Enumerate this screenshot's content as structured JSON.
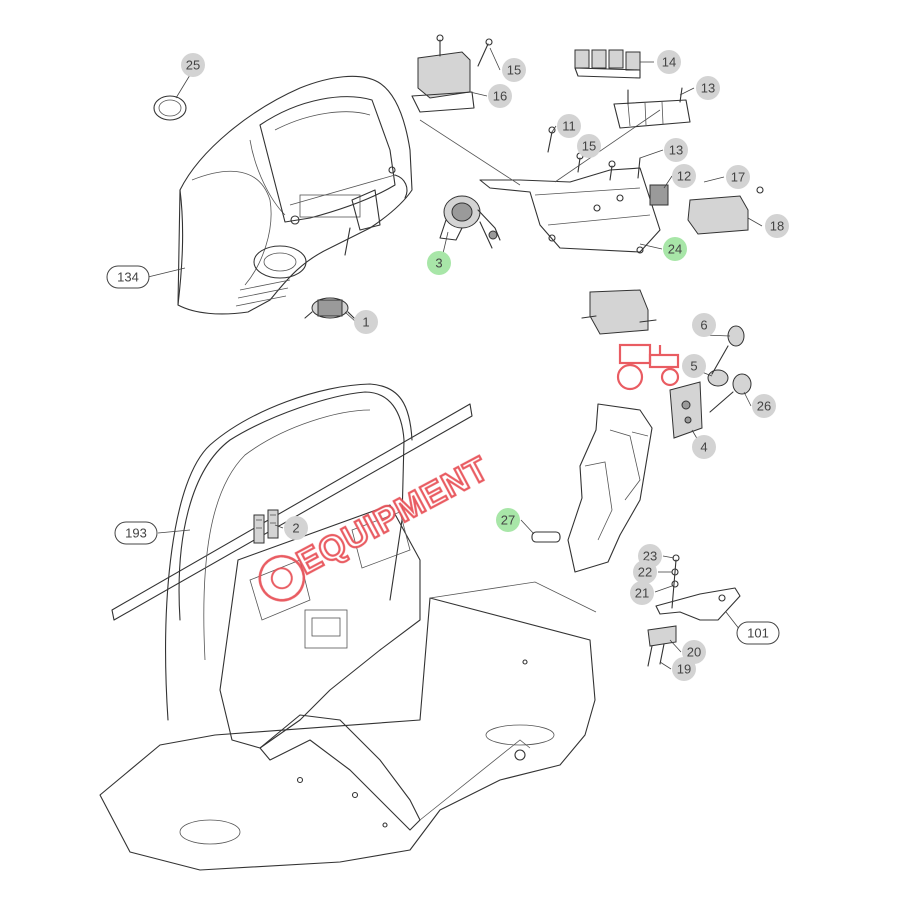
{
  "watermark": {
    "text": "EQUIPMENT",
    "color": "#e8545a"
  },
  "colors": {
    "callout_grey": "#d3d3d3",
    "callout_green": "#a8e6a8",
    "line": "#333333"
  },
  "callouts": {
    "c25": "25",
    "c134": "134",
    "c1": "1",
    "c3": "3",
    "c15a": "15",
    "c16": "16",
    "c14": "14",
    "c13a": "13",
    "c11": "11",
    "c15b": "15",
    "c13b": "13",
    "c12": "12",
    "c17": "17",
    "c18": "18",
    "c24": "24",
    "c6": "6",
    "c5": "5",
    "c26": "26",
    "c4": "4",
    "c27": "27",
    "c193": "193",
    "c2": "2",
    "c23": "23",
    "c22": "22",
    "c21": "21",
    "c101": "101",
    "c20": "20",
    "c19": "19"
  }
}
